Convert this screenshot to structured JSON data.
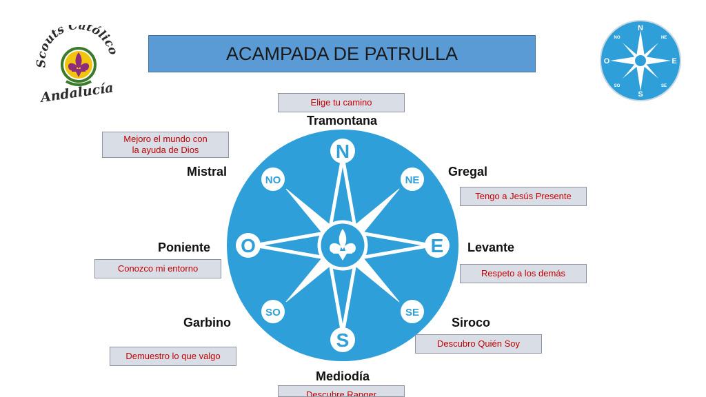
{
  "header": {
    "title": "ACAMPADA DE PATRULLA"
  },
  "logo": {
    "arc_text": "Scouts Católicos",
    "bottom_text": "Andalucía"
  },
  "compass": {
    "letters": {
      "n": "N",
      "s": "S",
      "e": "E",
      "o": "O",
      "ne": "NE",
      "no": "NO",
      "se": "SE",
      "so": "SO"
    }
  },
  "winds": {
    "north": "Tramontana",
    "northwest": "Mistral",
    "northeast": "Gregal",
    "west": "Poniente",
    "east": "Levante",
    "southwest": "Garbino",
    "southeast": "Siroco",
    "south": "Mediodía"
  },
  "mottos": {
    "north": "Elige tu camino",
    "northwest_line1": "Mejoro el mundo con",
    "northwest_line2": "la ayuda de Dios",
    "northeast": "Tengo a Jesús Presente",
    "west": "Conozco mi entorno",
    "east": "Respeto a los demás",
    "southeast": "Descubro Quién Soy",
    "southwest": "Demuestro lo que valgo",
    "south": "Descubre Ranger"
  },
  "colors": {
    "title_bg": "#5b9bd5",
    "compass_blue": "#2e9fd8",
    "motto_text": "#c00000",
    "motto_bg": "#d9dde6"
  }
}
